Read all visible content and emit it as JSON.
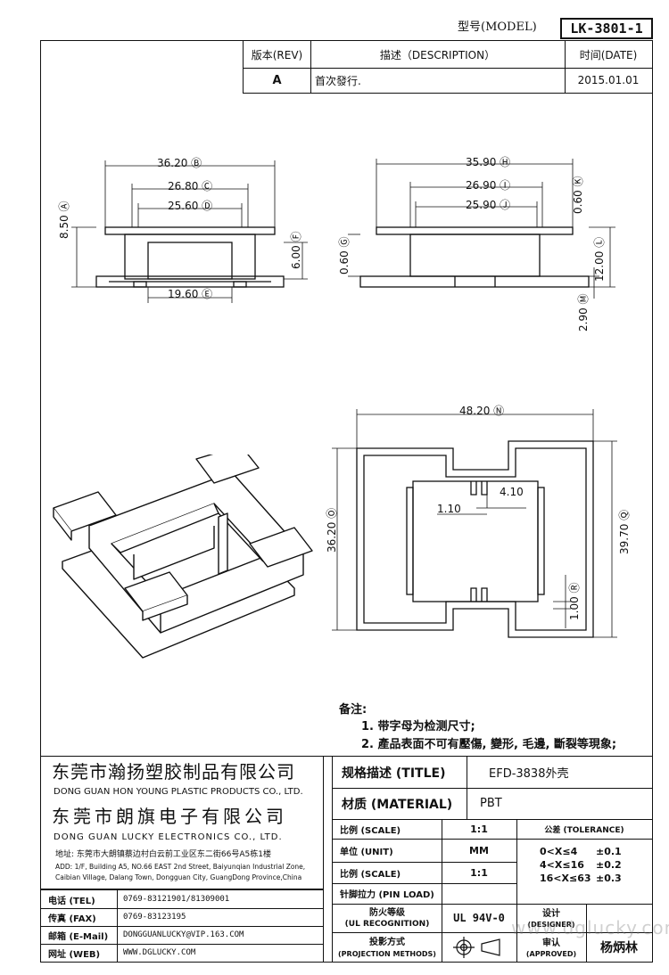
{
  "header": {
    "model_label": "型号(MODEL)",
    "model_value": "LK-3801-1"
  },
  "revision_table": {
    "col_rev": "版本(REV)",
    "col_desc": "描述（DESCRIPTION）",
    "col_date": "时间(DATE)",
    "rows": [
      {
        "rev": "A",
        "desc": "首次發行.",
        "date": "2015.01.01"
      }
    ]
  },
  "dimensions": {
    "front": {
      "B": "36.20",
      "C": "26.80",
      "D": "25.60",
      "E": "19.60",
      "A": "8.50",
      "F": "6.00"
    },
    "side": {
      "H": "35.90",
      "I": "26.90",
      "J": "25.90",
      "K": "0.60",
      "G": "0.60",
      "L": "12.00",
      "M": "2.90"
    },
    "top": {
      "N": "48.20",
      "O": "36.20",
      "Q": "39.70",
      "R": "1.00",
      "slot_width": "4.10",
      "slot_gap": "1.10"
    }
  },
  "notes": {
    "title": "备注:",
    "items": [
      "1. 带字母为检测尺寸;",
      "2. 產品表面不可有壓傷, 變形, 毛邊, 斷裂等現象;"
    ]
  },
  "company": {
    "name1_cn": "东莞市瀚扬塑胶制品有限公司",
    "name1_en": "DONG GUAN HON YOUNG PLASTIC PRODUCTS CO., LTD.",
    "name2_cn": "东莞市朗旗电子有限公司",
    "name2_en": "DONG GUAN LUCKY ELECTRONICS CO., LTD.",
    "address_cn": "地址: 东莞市大朗镇蔡边村白云前工业区东二街66号A5栋1楼",
    "address_en1": "ADD: 1/F, Building A5, NO.66 EAST 2nd Street, Baiyunqian Industrial Zone,",
    "address_en2": "Caibian Village, Dalang Town, Dongguan City, GuangDong Province,China"
  },
  "contact": [
    {
      "label": "电话 (TEL)",
      "value": "0769-83121901/81309001"
    },
    {
      "label": "传真 (FAX)",
      "value": "0769-83123195"
    },
    {
      "label": "邮箱 (E-Mail)",
      "value": "DONGGUANLUCKY@VIP.163.COM"
    },
    {
      "label": "网址 (WEB)",
      "value": "WWW.DGLUCKY.COM"
    }
  ],
  "spec": {
    "title_label": "规格描述 (TITLE)",
    "title_value": "EFD-3838外壳",
    "material_label": "材质 (MATERIAL)",
    "material_value": "PBT",
    "scale_label": "比例 (SCALE)",
    "scale_value": "1:1",
    "unit_label": "单位 (UNIT)",
    "unit_value": "MM",
    "scale2_label": "比例 (SCALE)",
    "scale2_value": "1:1",
    "pin_label": "针脚拉力 (PIN LOAD)",
    "ul_label1": "防火等级",
    "ul_label2": "(UL RECOGNITION)",
    "ul_value": "UL 94V-0",
    "proj_label1": "投影方式",
    "proj_label2": "(PROJECTION METHODS)",
    "tolerance_title": "公差 (TOLERANCE)",
    "tolerance": [
      {
        "range": "0<X≤4",
        "value": "±0.1"
      },
      {
        "range": "4<X≤16",
        "value": "±0.2"
      },
      {
        "range": "16<X≤63",
        "value": "±0.3"
      }
    ],
    "designer_label1": "设计",
    "designer_label2": "(DESIGNER)",
    "approved_label1": "审认",
    "approved_label2": "(APPROVED)",
    "approved_value": "杨炳林",
    "watermark": "www.dglucky.com"
  }
}
